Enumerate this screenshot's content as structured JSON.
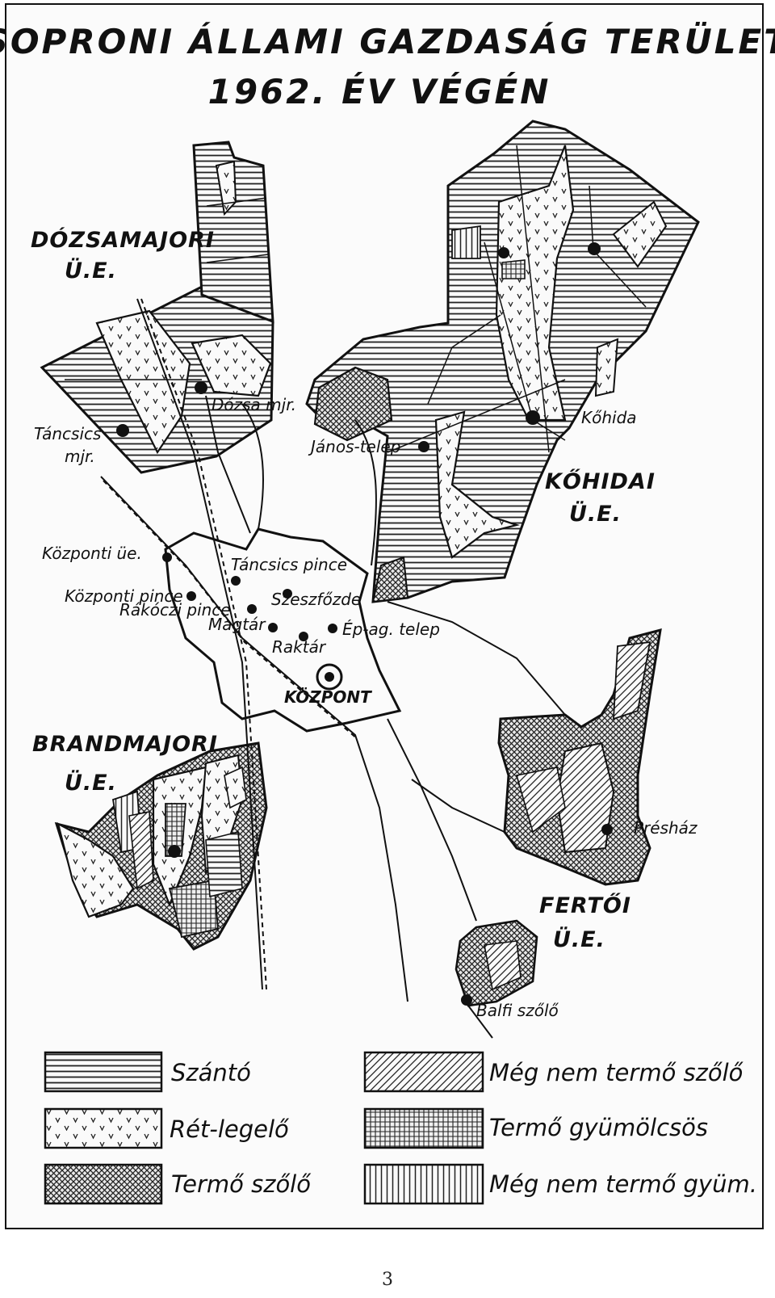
{
  "title": {
    "line1": "A SOPRONI ÁLLAMI GAZDASÁG TERÜLETE",
    "line2": "1962. ÉV VÉGÉN"
  },
  "units": {
    "dozsamajori": [
      "DÓZSAMAJORI",
      "Ü.E."
    ],
    "kohidai": [
      "KŐHIDAI",
      "Ü.E."
    ],
    "brandmajori": [
      "BRANDMAJORI",
      "Ü.E."
    ],
    "fertoi": [
      "FERTŐI",
      "Ü.E."
    ]
  },
  "places": {
    "tancsics_mjr": [
      "Táncsics",
      "mjr."
    ],
    "dozsa_mjr": "Dózsa mjr.",
    "janos_telep": "János-telep",
    "kohida": "Kőhida",
    "kozponti_ue": "Központi üe.",
    "tancsics_pince": "Táncsics pince",
    "kozponti_pince": "Központi pince",
    "rakoczi_pince": "Rákóczi pince",
    "szeszfozde": "Szeszfőzde",
    "magtar": "Magtár",
    "ep_ag_telep": "Ép-ag. telep",
    "raktar": "Raktár",
    "kozpont": "KÖZPONT",
    "preshaz": "Présház",
    "balfi_szolo": "Balfi szőlő"
  },
  "legend": [
    {
      "label": "Szántó",
      "pattern": "horizontal-lines"
    },
    {
      "label": "Rét-legelő",
      "pattern": "v-marks"
    },
    {
      "label": "Termő szőlő",
      "pattern": "cross-hatch"
    },
    {
      "label": "Még nem termő szőlő",
      "pattern": "diagonal-lines"
    },
    {
      "label": "Termő gyümölcsös",
      "pattern": "grid"
    },
    {
      "label": "Még nem termő gyüm.",
      "pattern": "vertical-lines"
    }
  ],
  "page_number": "3",
  "colors": {
    "ink": "#111111",
    "paper": "#fbfbfb"
  }
}
